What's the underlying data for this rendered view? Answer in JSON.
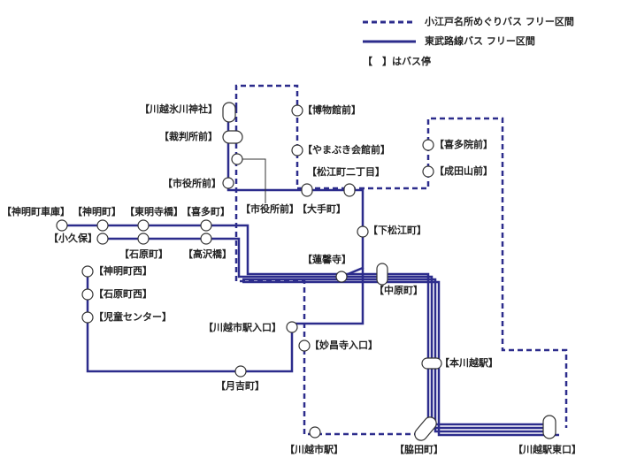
{
  "legend": {
    "free_bus_label": "小江戸名所めぐりバス フリー区間",
    "tobu_bus_label": "東武路線バス フリー区間",
    "stop_note": "【　】はバス停"
  },
  "colors": {
    "route": "#2c2c8c",
    "stop_fill": "#ffffff",
    "stop_stroke": "#333333"
  },
  "stops": {
    "kawagoe_hikawa": "【川越氷川神社】",
    "hakubutsukan": "【博物館前】",
    "saibansho": "【裁判所前】",
    "yamabuki": "【やまぶき会館前】",
    "kitain": "【喜多院前】",
    "shiyakusho_1": "【市役所前】",
    "matsue_2": "【松江町二丁目】",
    "narita": "【成田山前】",
    "shiyakusho_2": "【市役所前】",
    "otemachi": "【大手町】",
    "shinmeicho_shako": "【神明町車庫】",
    "shinmeicho": "【神明町】",
    "tomei_bashi": "【東明寺橋】",
    "kitamachi": "【喜多町】",
    "shimo_matsue": "【下松江町】",
    "kokubo": "【小久保】",
    "ishiharacho": "【石原町】",
    "takasawabashi": "【高沢橋】",
    "rensho_ji": "【蓮馨寺】",
    "shinmeicho_nishi": "【神明町西】",
    "nakaharacho": "【中原町】",
    "ishiharacho_nishi": "【石原町西】",
    "jido_center": "【児童センター】",
    "kawagoe_shi_iriguchi": "【川越市駅入口】",
    "myoshoji": "【妙昌寺入口】",
    "hon_kawagoe": "【本川越駅】",
    "tsukiyoshi": "【月吉町】",
    "kawagoe_shi": "【川越市駅】",
    "wakita": "【脇田町】",
    "kawagoe_east": "【川越駅東口】"
  }
}
